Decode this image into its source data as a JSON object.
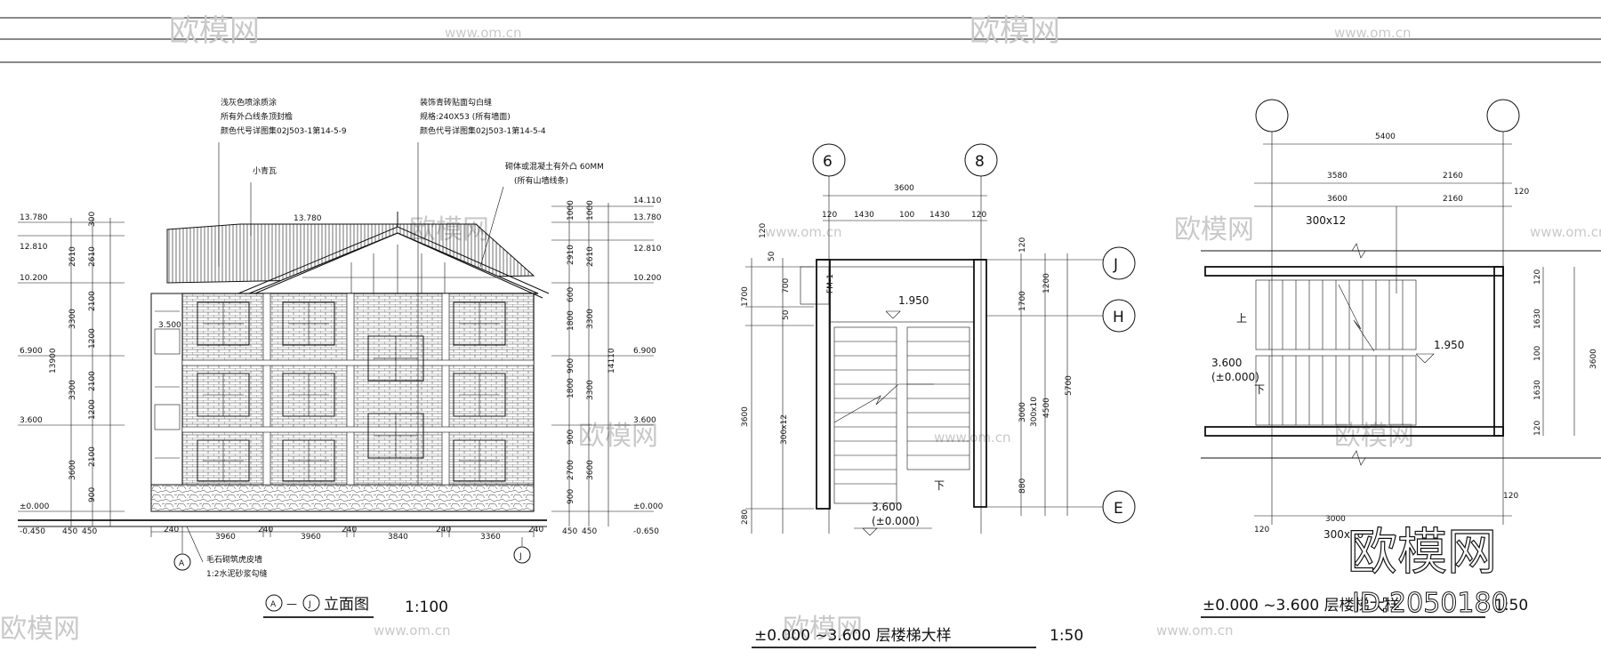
{
  "watermarks": {
    "brand": "欧模网",
    "site": "www.om.cn"
  },
  "elevation": {
    "title_circles": [
      "A",
      "J"
    ],
    "title_dash": "—",
    "title_text": "立面图",
    "scale": "1:100",
    "notes": [
      {
        "id": "n1",
        "lines": [
          "浅灰色喷涂质涂",
          "所有外凸线条顶封檐",
          "颜色代号详图集02J503-1第14-5-9"
        ]
      },
      {
        "id": "n2",
        "lines": [
          "小青瓦"
        ]
      },
      {
        "id": "n3",
        "lines": [
          "装饰青砖贴面勾白缝",
          "规格:240X53    (所有墙面)",
          "颜色代号详图集02J503-1第14-5-4"
        ]
      },
      {
        "id": "n4",
        "lines": [
          "砌体或混凝土有外凸   60MM",
          "(所有山墙线条)"
        ]
      },
      {
        "id": "n5",
        "lines": [
          "毛石砌筑虎皮墙",
          "1:2水泥砂浆勾缝"
        ]
      }
    ],
    "left_levels": [
      "13.780",
      "12.810",
      "10.200",
      "6.900",
      "3.600",
      "±0.000",
      "-0.450"
    ],
    "right_levels": [
      "14.110",
      "13.780",
      "12.810",
      "10.200",
      "6.900",
      "3.600",
      "±0.000",
      "-0.650"
    ],
    "left_dims_outer": [
      "2610",
      "3300",
      "3300",
      "3600",
      "450"
    ],
    "left_dims_inner": [
      "300",
      "2610",
      "2100",
      "1200",
      "2100",
      "1200",
      "2100",
      "900",
      "450"
    ],
    "left_total": "13900",
    "right_dims_outer": [
      "1000",
      "2610",
      "3300",
      "3300",
      "3600",
      "450"
    ],
    "right_dims_inner": [
      "1000",
      "2910",
      "600",
      "1800",
      "900",
      "1800",
      "900",
      "2700",
      "900",
      "450"
    ],
    "right_total": "14110",
    "top_level": "13.780",
    "side_level": "3.500",
    "bottom_dims": [
      "240",
      "3960",
      "240",
      "3960",
      "240",
      "3840",
      "240",
      "3360",
      "240"
    ]
  },
  "stair1": {
    "title": "±0.000   ~3.600  层楼梯大样",
    "scale": "1:50",
    "axis_top": [
      "6",
      "8"
    ],
    "axis_right": [
      "J",
      "H",
      "E"
    ],
    "top_total": "3600",
    "top_parts": [
      "120",
      "1430",
      "100",
      "1430",
      "120"
    ],
    "left_dims": [
      "120",
      "50",
      "700",
      "1700",
      "50",
      "3600",
      "280"
    ],
    "left_label": "300x12",
    "right_dims_a": [
      "120",
      "1700",
      "3000",
      "880"
    ],
    "right_dims_b": [
      "1200",
      "4500"
    ],
    "right_total": "5700",
    "right_label": "300x10",
    "door_tag": "FM-1",
    "landing_level": "1.950",
    "floor_level": "3.600",
    "floor_level_sub": "(±0.000)",
    "down_mark": "下"
  },
  "stair2": {
    "title": "±0.000   ~3.600  层楼梯大样",
    "scale": "1:50",
    "top_total": "5400",
    "row1": [
      "3580",
      "2160"
    ],
    "row2": [
      "3600",
      "2160"
    ],
    "right_small": "120",
    "tread_label": "300x12",
    "bottom_dims": [
      "120",
      "3000",
      "120"
    ],
    "bottom_label": "300x10",
    "right_dims": [
      "120",
      "1630",
      "100",
      "1630",
      "120"
    ],
    "right_total": "3600",
    "landing_level": "1.950",
    "floor_level": "3.600",
    "floor_level_sub": "(±0.000)",
    "up_mark": "上",
    "down_mark": "下"
  },
  "id_badge": {
    "brand": "欧模网",
    "id": "ID:2050180"
  }
}
